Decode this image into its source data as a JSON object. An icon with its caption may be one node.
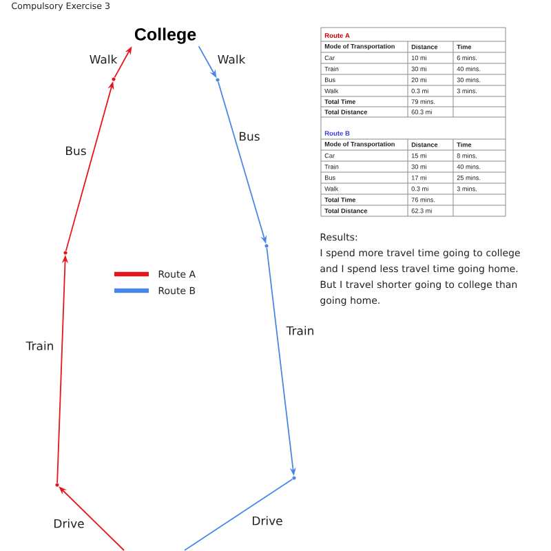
{
  "diagram": {
    "title": "Compulsory Exercise 3",
    "nodes": [
      {
        "text": [
          "College"
        ]
      },
      {
        "text": [],
        "shape": "dot"
      },
      {
        "text": [],
        "shape": "dot"
      },
      {
        "text": [],
        "shape": "dot"
      },
      {
        "text": [],
        "shape": "dot"
      },
      {
        "text": [],
        "shape": "dot"
      },
      {
        "text": [],
        "shape": "dot"
      }
    ],
    "edges": [
      {
        "from": null,
        "to": 1,
        "arrow": "to",
        "label": "Drive",
        "color": "#e8141c"
      },
      {
        "from": 1,
        "to": 2,
        "arrow": "to",
        "label": "Train",
        "color": "#e8141c"
      },
      {
        "from": 2,
        "to": 3,
        "arrow": "to",
        "label": "Bus",
        "color": "#e8141c"
      },
      {
        "from": 3,
        "to": 0,
        "arrow": "to",
        "label": "Walk",
        "color": "#e8141c"
      },
      {
        "from": 0,
        "to": 4,
        "arrow": "to",
        "label": "Walk",
        "color": "#4a86e8"
      },
      {
        "from": 4,
        "to": 5,
        "arrow": "to",
        "label": "Bus",
        "color": "#4a86e8"
      },
      {
        "from": 5,
        "to": 6,
        "arrow": "to",
        "label": "Train",
        "color": "#4a86e8"
      },
      {
        "from": 6,
        "to": null,
        "arrow": "none",
        "label": "Drive",
        "color": "#4a86e8"
      }
    ],
    "labels": [
      "Route A",
      "Mode of Transportation",
      "Distance",
      "Time",
      "Car",
      "10 mi",
      "6 mins.",
      "Train",
      "30 mi",
      "40 mins.",
      "Bus",
      "20 mi",
      "30 mins.",
      "Walk",
      "0.3 mi",
      "3 mins.",
      "Total Time",
      "79 mins.",
      "Total Distance",
      "60.3 mi",
      "Route B",
      "Mode of Transportation",
      "Distance",
      "Time",
      "Car",
      "15 mi",
      "8 mins.",
      "Train",
      "30 mi",
      "40 mins.",
      "Bus",
      "17 mi",
      "25 mins.",
      "Walk",
      "0.3 mi",
      "3 mins.",
      "Total Time",
      "76 mins.",
      "Total Distance",
      "62.3 mi",
      "Results:",
      "I spend more travel time going to college and I spend less travel time going home. But I travel shorter going to college than going home."
    ],
    "legend": [
      {
        "text": "Route A",
        "color": "#e8141c"
      },
      {
        "text": "Route B",
        "color": "#4a86e8"
      }
    ]
  }
}
